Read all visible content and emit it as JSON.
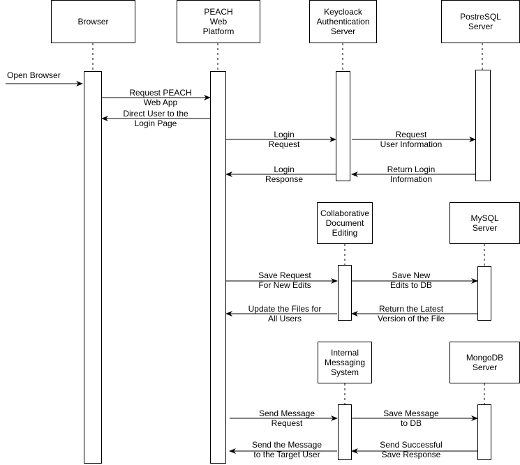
{
  "participants": {
    "browser": "Browser",
    "peach": "PEACH\nWeb\nPlatform",
    "keycloak": "Keycloack\nAuthentication\nServer",
    "postgres": "PostreSQL\nServer",
    "collab": "Collaborative\nDocument\nEditing",
    "mysql": "MySQL\nServer",
    "messaging": "Internal\nMessaging\nSystem",
    "mongo": "MongoDB\nServer"
  },
  "messages": {
    "open_browser": "Open Browser",
    "request_app": "Request PEACH\nWeb App",
    "direct_login": "Direct User to the\nLogin Page",
    "login_request": "Login\nRequest",
    "request_user_info": "Request\nUser Information",
    "login_response": "Login\nResponse",
    "return_login_info": "Return Login\nInformation",
    "save_request": "Save Request\nFor New Edits",
    "save_new_edits": "Save New\nEdits to DB",
    "update_files": "Update the Files for\nAll Users",
    "return_latest": "Return the Latest\nVersion of the File",
    "send_message": "Send Message\nRequest",
    "save_message": "Save Message\nto DB",
    "send_target": "Send the Message\nto the Target User",
    "send_success": "Send Successful\nSave Response"
  }
}
